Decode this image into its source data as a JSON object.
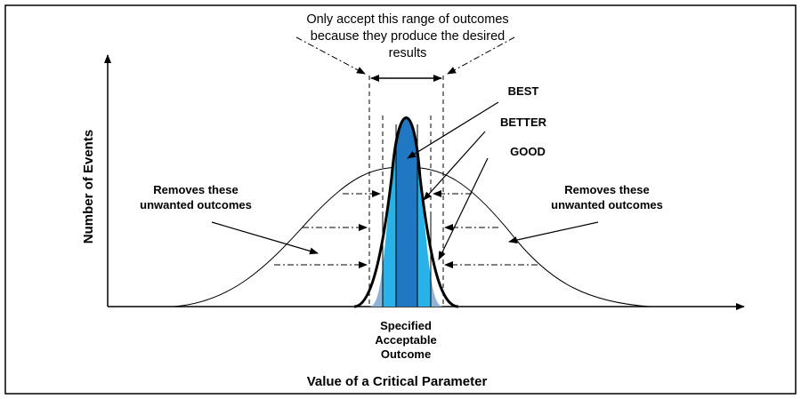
{
  "top_note": {
    "line1": "Only accept this range of outcomes",
    "line2": "because they produce the desired",
    "line3": "results"
  },
  "grades": {
    "best": "BEST",
    "better": "BETTER",
    "good": "GOOD"
  },
  "left_note": {
    "line1": "Removes these",
    "line2": "unwanted outcomes"
  },
  "right_note": {
    "line1": "Removes these",
    "line2": "unwanted outcomes"
  },
  "spec_label": {
    "line1": "Specified",
    "line2": "Acceptable",
    "line3": "Outcome"
  },
  "axes": {
    "y_label": "Number of Events",
    "x_label": "Value of a Critical Parameter"
  },
  "colors": {
    "best": "#1f78c1",
    "better": "#29b2e8",
    "good": "#8fb3d7",
    "outline": "#000000"
  }
}
